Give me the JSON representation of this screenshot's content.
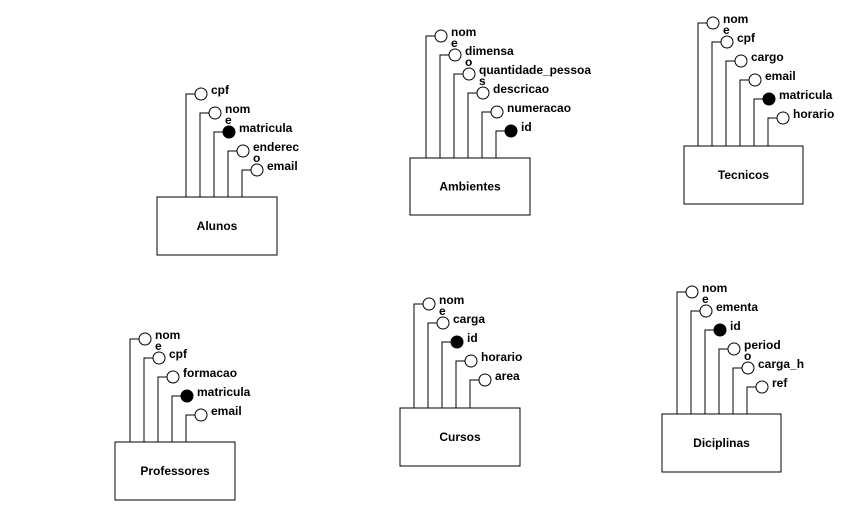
{
  "colors": {
    "line": "#000000",
    "key_fill": "#000000",
    "attr_fill": "#ffffff"
  },
  "entities": [
    {
      "name": "Alunos",
      "attributes": [
        {
          "label": "cpf",
          "key": false
        },
        {
          "label": "nom\ne",
          "key": false
        },
        {
          "label": "matricula",
          "key": true
        },
        {
          "label": "enderec\no",
          "key": false
        },
        {
          "label": "email",
          "key": false
        }
      ]
    },
    {
      "name": "Ambientes",
      "attributes": [
        {
          "label": "nom\ne",
          "key": false
        },
        {
          "label": "dimensa\no",
          "key": false
        },
        {
          "label": "quantidade_pessoa\ns",
          "key": false
        },
        {
          "label": "descricao",
          "key": false
        },
        {
          "label": "numeracao",
          "key": false
        },
        {
          "label": "id",
          "key": true
        }
      ]
    },
    {
      "name": "Tecnicos",
      "attributes": [
        {
          "label": "nom\ne",
          "key": false
        },
        {
          "label": "cpf",
          "key": false
        },
        {
          "label": "cargo",
          "key": false
        },
        {
          "label": "email",
          "key": false
        },
        {
          "label": "matricula",
          "key": true
        },
        {
          "label": "horario",
          "key": false
        }
      ]
    },
    {
      "name": "Professores",
      "attributes": [
        {
          "label": "nom\ne",
          "key": false
        },
        {
          "label": "cpf",
          "key": false
        },
        {
          "label": "formacao",
          "key": false
        },
        {
          "label": "matricula",
          "key": true
        },
        {
          "label": "email",
          "key": false
        }
      ]
    },
    {
      "name": "Cursos",
      "attributes": [
        {
          "label": "nom\ne",
          "key": false
        },
        {
          "label": "carga",
          "key": false
        },
        {
          "label": "id",
          "key": true
        },
        {
          "label": "horario",
          "key": false
        },
        {
          "label": "area",
          "key": false
        }
      ]
    },
    {
      "name": "Diciplinas",
      "attributes": [
        {
          "label": "nom\ne",
          "key": false
        },
        {
          "label": "ementa",
          "key": false
        },
        {
          "label": "id",
          "key": true
        },
        {
          "label": "period\no",
          "key": false
        },
        {
          "label": "carga_h",
          "key": false
        },
        {
          "label": "ref",
          "key": false
        }
      ]
    }
  ]
}
